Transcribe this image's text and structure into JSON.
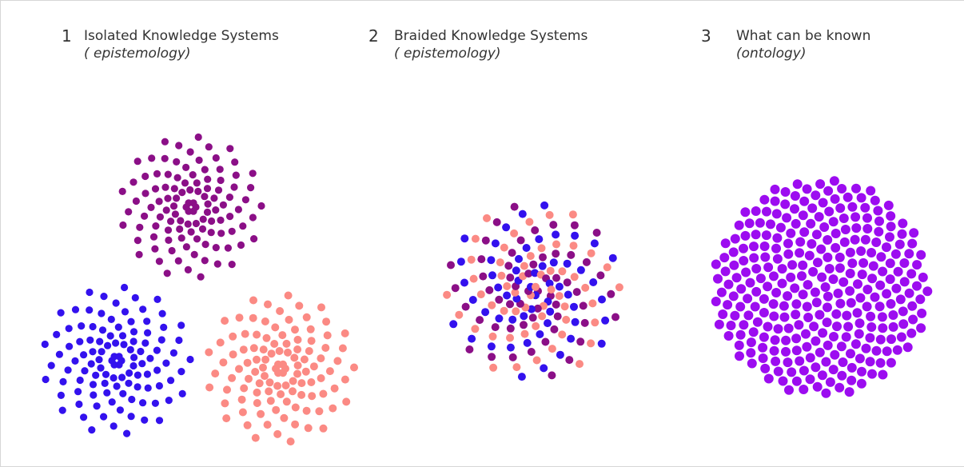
{
  "columns": [
    {
      "number": "1",
      "title": "Isolated Knowledge Systems",
      "subtitle": "( epistemology)"
    },
    {
      "number": "2",
      "title": "Braided Knowledge Systems",
      "subtitle": "( epistemology)"
    },
    {
      "number": "3",
      "title": "What can be known",
      "subtitle": "(ontology)"
    }
  ],
  "colors": {
    "purple": "#8b0f87",
    "blue": "#3311ee",
    "salmon": "#fb8a84",
    "violet": "#9c0cf0",
    "text": "#333333"
  }
}
